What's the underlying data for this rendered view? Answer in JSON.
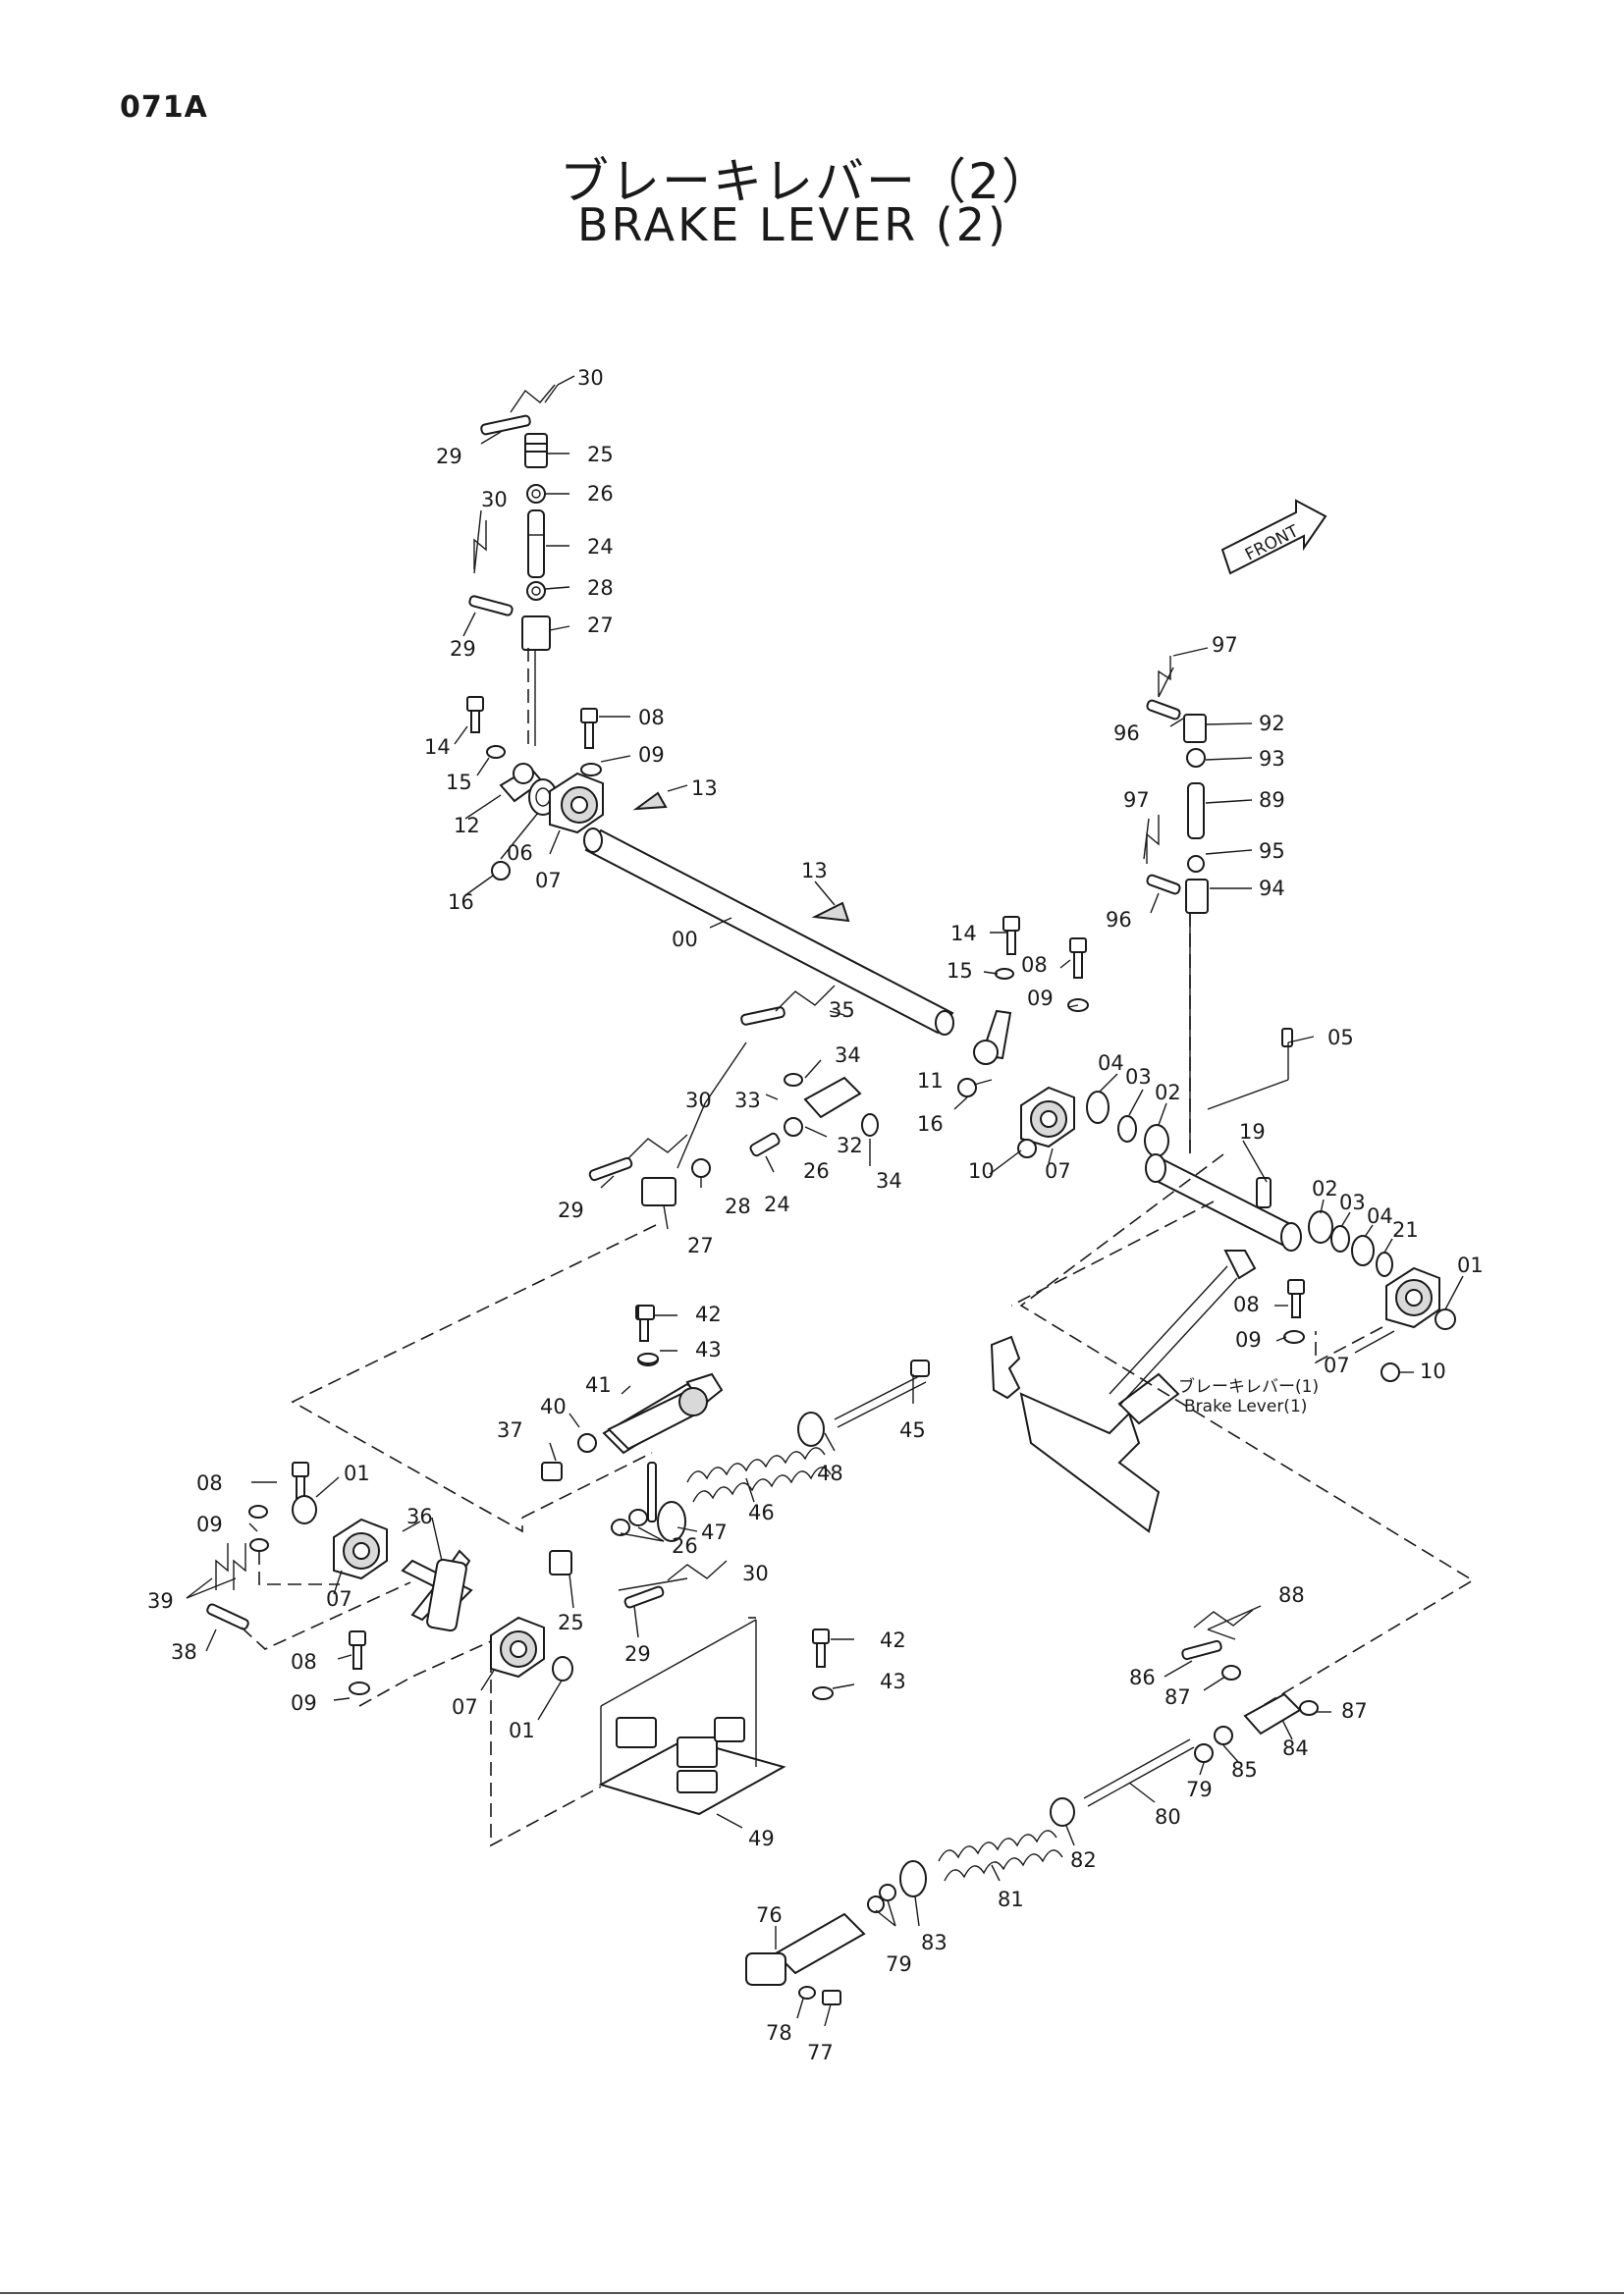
{
  "page_code": "071A",
  "title_jp": "ブレーキレバー（2）",
  "title_en": "BRAKE LEVER (2)",
  "front_label": "FRONT",
  "cross_ref": {
    "jp": "ブレーキレバー(1)",
    "en": "Brake Lever(1)"
  },
  "part_labels": {
    "p30a": "30",
    "p29a": "29",
    "p25a": "25",
    "p26a": "26",
    "p30b": "30",
    "p24a": "24",
    "p28a": "28",
    "p29b": "29",
    "p27a": "27",
    "p14a": "14",
    "p08a": "08",
    "p15a": "15",
    "p09a": "09",
    "p13a": "13",
    "p12a": "12",
    "p06a": "06",
    "p16a": "16",
    "p07a": "07",
    "p13b": "13",
    "p00": "00",
    "p97a": "97",
    "p96a": "96",
    "p92": "92",
    "p93": "93",
    "p97b": "97",
    "p89": "89",
    "p95": "95",
    "p96b": "96",
    "p94": "94",
    "p14b": "14",
    "p15b": "15",
    "p08b": "08",
    "p09b": "09",
    "p35": "35",
    "p34a": "34",
    "p33": "33",
    "p11": "11",
    "p16b": "16",
    "p05": "05",
    "p04a": "04",
    "p03a": "03",
    "p02a": "02",
    "p30c": "30",
    "p32": "32",
    "p34b": "34",
    "p10a": "10",
    "p07b": "07",
    "p19": "19",
    "p26b": "26",
    "p24b": "24",
    "p29c": "29",
    "p28b": "28",
    "p27b": "27",
    "p02b": "02",
    "p03b": "03",
    "p04b": "04",
    "p21": "21",
    "p01a": "01",
    "p08c": "08",
    "p09c": "09",
    "p07c": "07",
    "p10b": "10",
    "p42a": "42",
    "p43a": "43",
    "p41": "41",
    "p40": "40",
    "p37": "37",
    "p45": "45",
    "p48": "48",
    "p46": "46",
    "p47": "47",
    "p26c": "26",
    "p30d": "30",
    "p08d": "08",
    "p01b": "01",
    "p09d": "09",
    "p36": "36",
    "p39": "39",
    "p07d": "07",
    "p38": "38",
    "p25b": "25",
    "p29d": "29",
    "p08e": "08",
    "p09e": "09",
    "p07e": "07",
    "p01c": "01",
    "p42b": "42",
    "p43b": "43",
    "p49": "49",
    "p88": "88",
    "p86": "86",
    "p87a": "87",
    "p84": "84",
    "p87b": "87",
    "p79a": "79",
    "p85": "85",
    "p80": "80",
    "p82": "82",
    "p81": "81",
    "p83": "83",
    "p79b": "79",
    "p76": "76",
    "p78": "78",
    "p77": "77"
  }
}
